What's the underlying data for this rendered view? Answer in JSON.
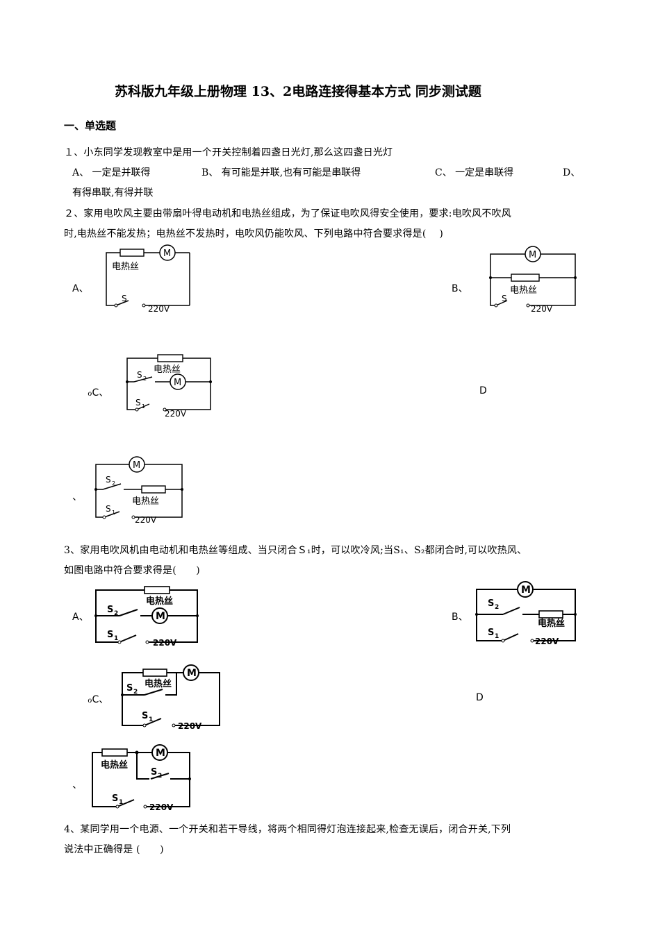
{
  "title": "苏科版九年级上册物理 13、2电路连接得基本方式 同步测试题",
  "section": "一、单选题",
  "q1": {
    "text": "１、小东同学发现教室中是用一个开关控制着四盏日光灯,那么这四盏日光灯",
    "options": [
      "A、 一定是并联得",
      "B、 有可能是并联,也有可能是串联得",
      "C、 一定是串联得",
      "D、"
    ],
    "option_d_cont": "有得串联,有得并联"
  },
  "q2": {
    "line1": "２、家用电吹风主要由带扇叶得电动机和电热丝组成，为了保证电吹风得安全使用，要求:电吹风不吹风",
    "line2": "时,电热丝不能发热；电热丝不发热时，电吹风仍能吹风、下列电路中符合要求得是(　 )",
    "labels": [
      "A、",
      "B、",
      "ℴC、",
      "D",
      "、"
    ]
  },
  "q3": {
    "line1": "3、家用电吹风机由电动机和电热丝等组成、当只闭合Ｓ₁时，可以吹冷风;当S₁、S₂都闭合时,可以吹热风、",
    "line2": "如图电路中符合要求得是(　　)",
    "labels": [
      "A、",
      "B、",
      "ℴC、",
      "D",
      "、"
    ]
  },
  "q4": {
    "line1": "4、某同学用一个电源、一个开关和若干导线，将两个相同得灯泡连接起来,检查无误后，闭合开关,下列",
    "line2": "说法中正确得是 (　　)"
  },
  "circuit_text": {
    "heater": "电热丝",
    "motor": "M",
    "voltage": "220V",
    "switch": "S",
    "s1": "S",
    "s2": "S",
    "sub1": "1",
    "sub2": "2"
  }
}
